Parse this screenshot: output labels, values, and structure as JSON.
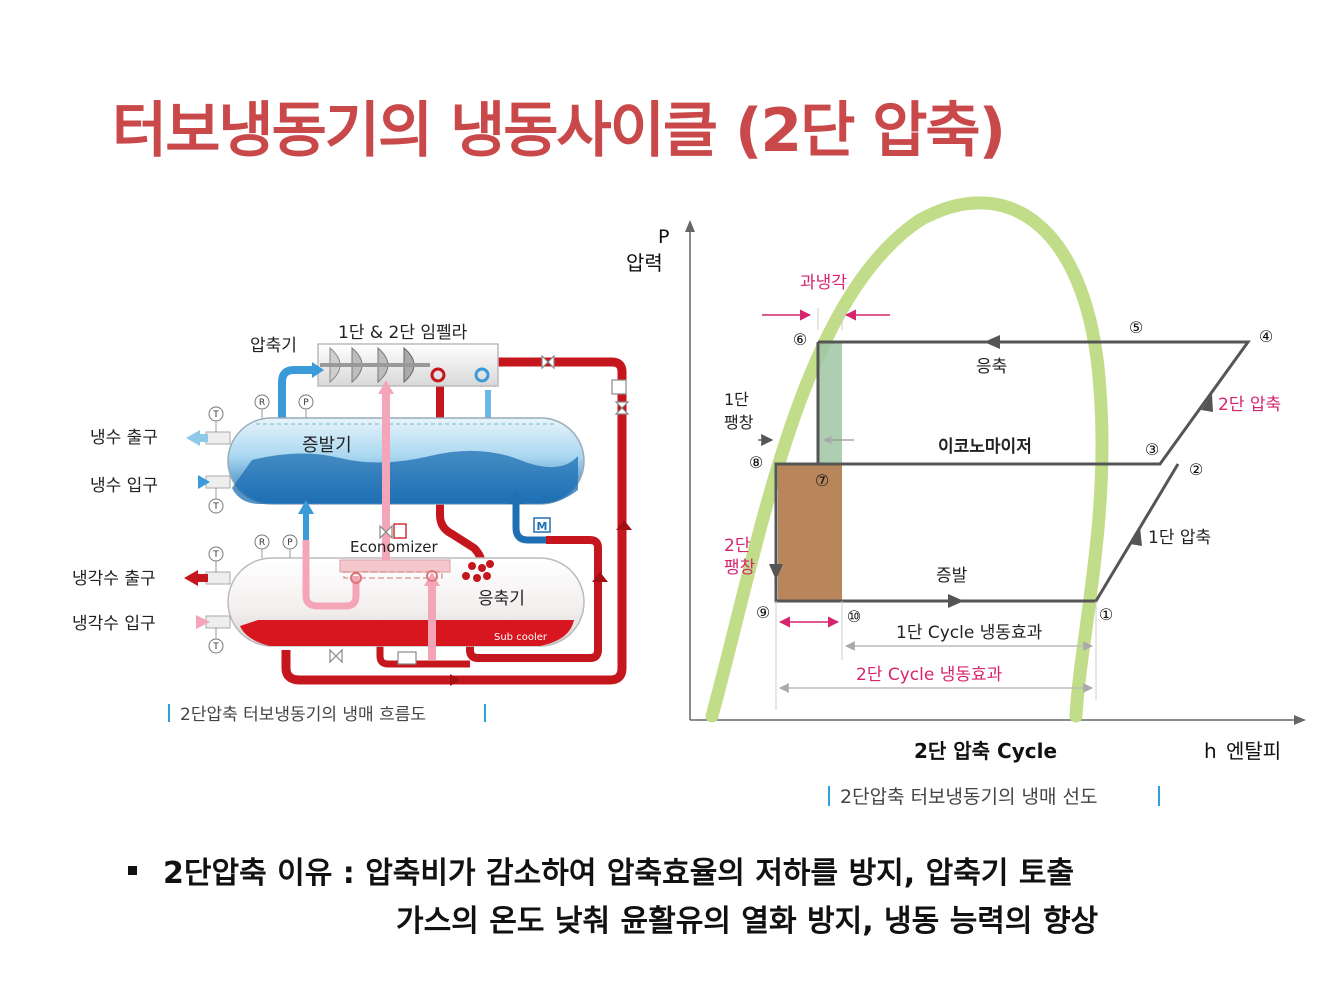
{
  "title": "터보냉동기의 냉동사이클 (2단 압축)",
  "left_diagram": {
    "caption": "2단압축 터보냉동기의 냉매 흐름도",
    "labels": {
      "compressor": "압축기",
      "impeller": "1단 & 2단 임펠라",
      "chilled_out": "냉수 출구",
      "chilled_in": "냉수 입구",
      "cooling_out": "냉각수 출구",
      "cooling_in": "냉각수 입구",
      "evaporator": "증발기",
      "economizer": "Economizer",
      "condenser": "응축기",
      "subcooler": "Sub cooler"
    },
    "gauges": {
      "t": "T",
      "r": "R",
      "p": "P",
      "m": "M"
    }
  },
  "ph_diagram": {
    "y_label_symbol": "P",
    "y_label": "압력",
    "x_label_symbol": "h",
    "x_label": "엔탈피",
    "cycle_title": "2단 압축 Cycle",
    "caption": "2단압축 터보냉동기의 냉매 선도",
    "points": [
      "①",
      "②",
      "③",
      "④",
      "⑤",
      "⑥",
      "⑦",
      "⑧",
      "⑨",
      "⑩"
    ],
    "labels": {
      "subcooling": "과냉각",
      "condensation": "응축",
      "stage1_expansion_a": "1단",
      "stage1_expansion_b": "팽창",
      "economizer": "이코노마이저",
      "stage2_compression": "2단 압축",
      "stage2_expansion_a": "2단",
      "stage2_expansion_b": "팽창",
      "stage1_compression": "1단 압축",
      "evaporation": "증발",
      "stage1_effect": "1단 Cycle 냉동효과",
      "stage2_effect": "2단 Cycle 냉동효과"
    },
    "colors": {
      "saturation_dome": "#c2dd8a",
      "cycle_line": "#555555",
      "accent": "#d6246e",
      "brown_area": "#b8865a",
      "green_area": "#9fc6a3"
    }
  },
  "bullet": {
    "line1": "2단압축 이유 : 압축비가 감소하여 압축효율의 저하를 방지, 압축기 토출",
    "line2": "가스의 온도 낮춰 윤활유의 열화 방지, 냉동 능력의 향상"
  }
}
